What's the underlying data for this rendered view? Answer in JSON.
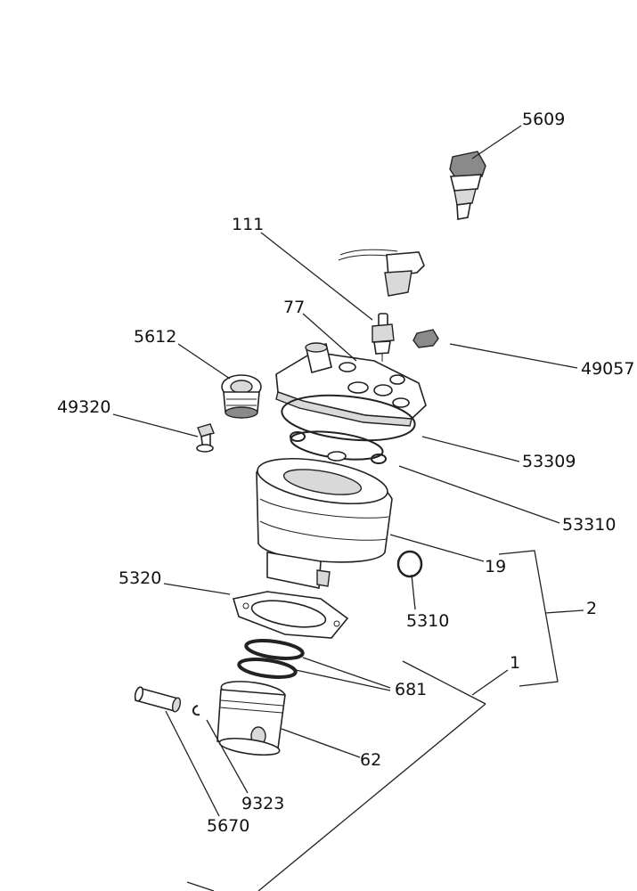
{
  "diagram": {
    "callouts": {
      "c5609": "5609",
      "c111": "111",
      "c77": "77",
      "c5612": "5612",
      "c49057": "49057",
      "c49320": "49320",
      "c53309": "53309",
      "c53310": "53310",
      "c19": "19",
      "c2": "2",
      "c5320": "5320",
      "c5310": "5310",
      "c1": "1",
      "c681": "681",
      "c62": "62",
      "c9323": "9323",
      "c5670": "5670"
    },
    "parts": [
      "temperature-sensor",
      "spark-plug-cap",
      "spark-plug",
      "thermostat",
      "bolt",
      "nut",
      "cylinder-head",
      "head-gasket-o-ring",
      "head-o-rings",
      "cylinder",
      "exhaust-o-ring",
      "base-gasket",
      "piston-rings",
      "piston",
      "piston-pin",
      "circlip"
    ]
  }
}
